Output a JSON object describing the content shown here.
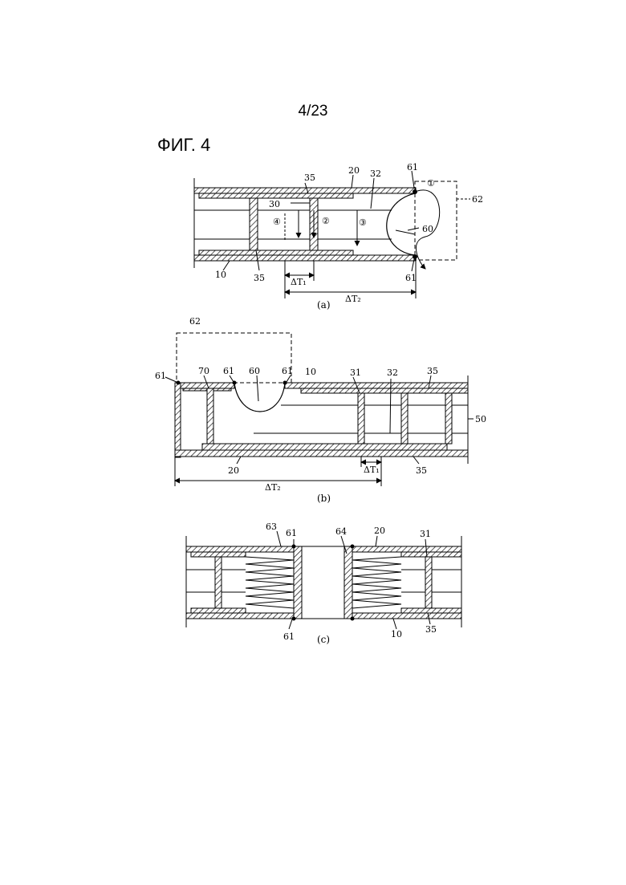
{
  "header": {
    "page_number": "4/23",
    "figure_title": "ФИГ. 4"
  },
  "diagrams": {
    "a": {
      "caption": "(a)",
      "labels": {
        "l35": "35",
        "l20": "20",
        "l32": "32",
        "l61t": "61",
        "m1": "①",
        "l62": "62",
        "l30": "30",
        "m4": "④",
        "m2": "②",
        "m3": "③",
        "l60": "60",
        "l10": "10",
        "l35b": "35",
        "l61b": "61",
        "dt1": "ΔT₁",
        "dt2": "ΔT₂"
      }
    },
    "b": {
      "caption": "(b)",
      "labels": {
        "l62": "62",
        "l61a": "61",
        "l70": "70",
        "l61b": "61",
        "l60": "60",
        "l61c": "61",
        "l10": "10",
        "l31": "31",
        "l32": "32",
        "l35t": "35",
        "l50": "50",
        "l20": "20",
        "dt1": "ΔT₁",
        "l35b": "35",
        "dt2": "ΔT₂"
      }
    },
    "c": {
      "caption": "(c)",
      "labels": {
        "l63": "63",
        "l61t": "61",
        "l64": "64",
        "l20": "20",
        "l31": "31",
        "l61b": "61",
        "l10": "10",
        "l35": "35"
      }
    }
  }
}
